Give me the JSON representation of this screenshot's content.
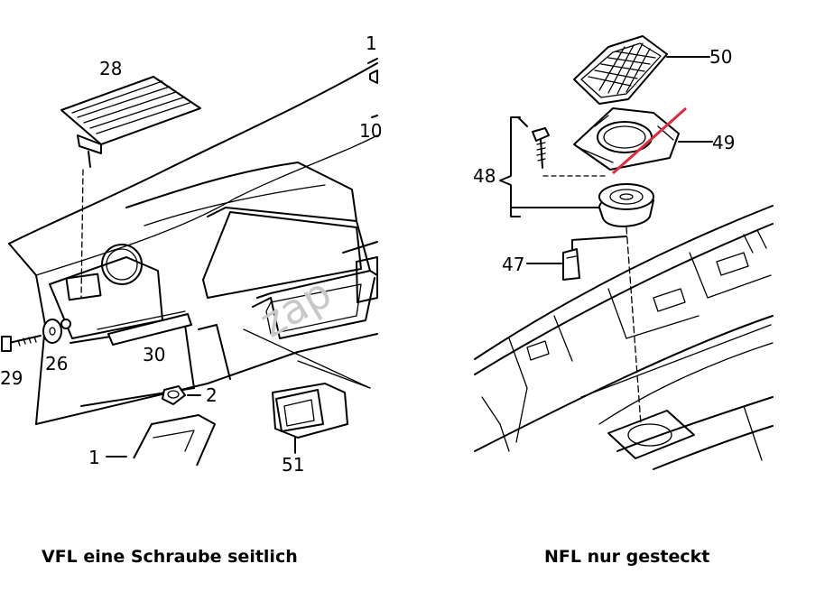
{
  "left_diagram": {
    "labels": {
      "p28": "28",
      "p29": "29",
      "p26": "26",
      "p30": "30",
      "p2": "2",
      "p1": "1",
      "p51": "51",
      "p1_top": "1",
      "p10": "10"
    },
    "watermark": "zap"
  },
  "right_diagram": {
    "labels": {
      "p50": "50",
      "p49": "49",
      "p48": "48",
      "p47": "47"
    },
    "annotation_color": "#e02a3c"
  },
  "captions": {
    "left": "VFL eine Schraube seitlich",
    "right": "NFL nur gesteckt"
  }
}
